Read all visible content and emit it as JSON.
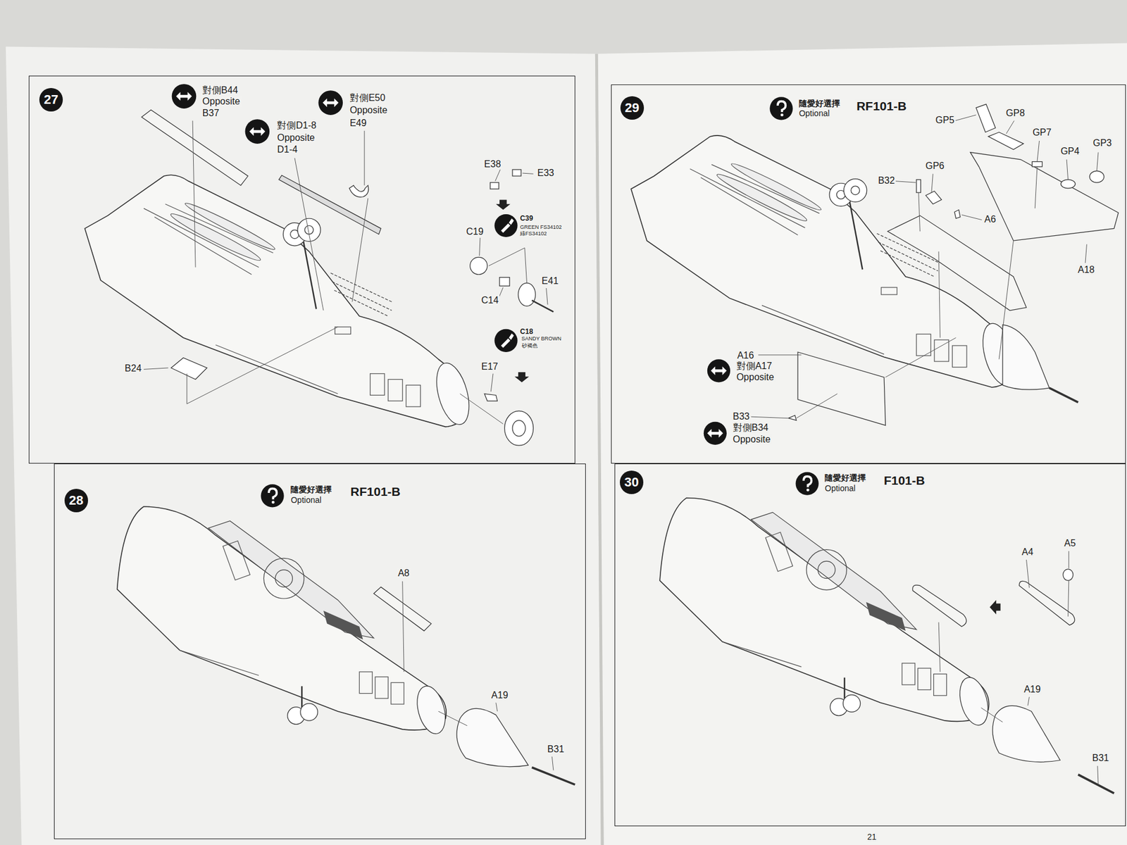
{
  "diagram": {
    "nodes": [
      {
        "text": [
          "27"
        ]
      },
      {
        "text": [
          "28"
        ]
      },
      {
        "text": [
          "29"
        ]
      },
      {
        "text": [
          "30"
        ]
      }
    ],
    "labels": [
      "對側B44",
      "Opposite",
      "B37",
      "對側E50",
      "Opposite",
      "E49",
      "對側D1-8",
      "Opposite",
      "D1-4",
      "E38",
      "E33",
      "C19",
      "C39",
      "GREEN FS34102",
      "綠FS34102",
      "E41",
      "C14",
      "C18",
      "SANDY BROWN",
      "砂褐色",
      "E17",
      "B24",
      "隨愛好選擇",
      "Optional",
      "RF101-B",
      "A8",
      "A19",
      "B31",
      "隨愛好選擇",
      "Optional",
      "RF101-B",
      "GP5",
      "GP8",
      "GP7",
      "GP3",
      "GP4",
      "GP6",
      "B32",
      "A6",
      "A18",
      "A16",
      "對側A17",
      "Opposite",
      "B33",
      "對側B34",
      "Opposite",
      "隨愛好選擇",
      "Optional",
      "F101-B",
      "A5",
      "A4",
      "A19",
      "B31",
      "21"
    ]
  }
}
